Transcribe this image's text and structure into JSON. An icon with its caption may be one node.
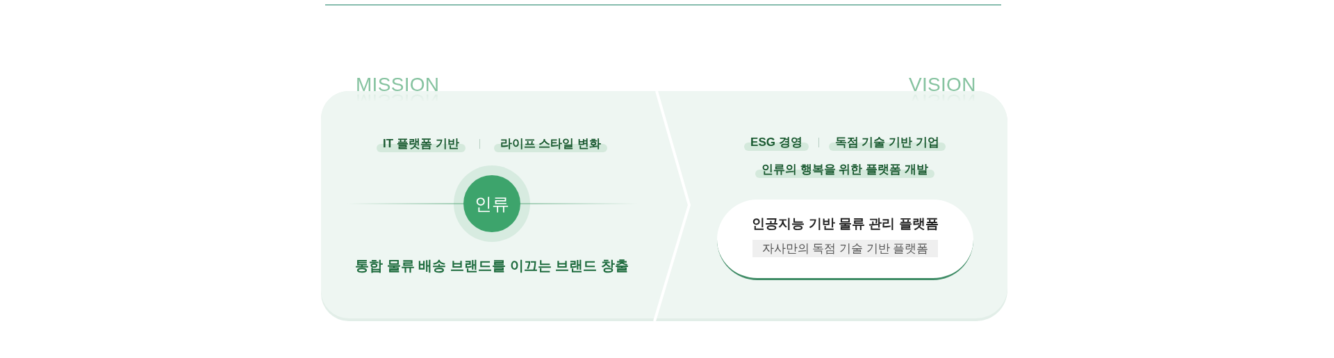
{
  "diagram": {
    "nodes": [
      {
        "text": [
          "MISSION",
          "통합 물류 배송 브랜드를 이끄는 브랜드 창출"
        ]
      },
      {
        "text": [
          "IT 플랫폼 기반"
        ],
        "in": 0
      },
      {
        "text": [
          "라이프 스타일 변화"
        ],
        "in": 0
      },
      {
        "text": [
          "인류"
        ],
        "in": 0
      },
      {
        "text": [
          "VISION"
        ]
      },
      {
        "text": [
          "ESG 경영"
        ],
        "in": 4
      },
      {
        "text": [
          "독점 기술 기반 기업"
        ],
        "in": 4
      },
      {
        "text": [
          "인류의 행복을 위한 플랫폼 개발"
        ],
        "in": 4
      },
      {
        "text": [
          "인공지능 기반 물류 관리 플랫폼"
        ],
        "in": 4
      },
      {
        "text": [
          "자사만의 독점 기술 기반 플랫폼"
        ],
        "in": 8
      }
    ],
    "edges": [
      {
        "from": 0,
        "to": 4,
        "arrow": "to"
      }
    ]
  }
}
